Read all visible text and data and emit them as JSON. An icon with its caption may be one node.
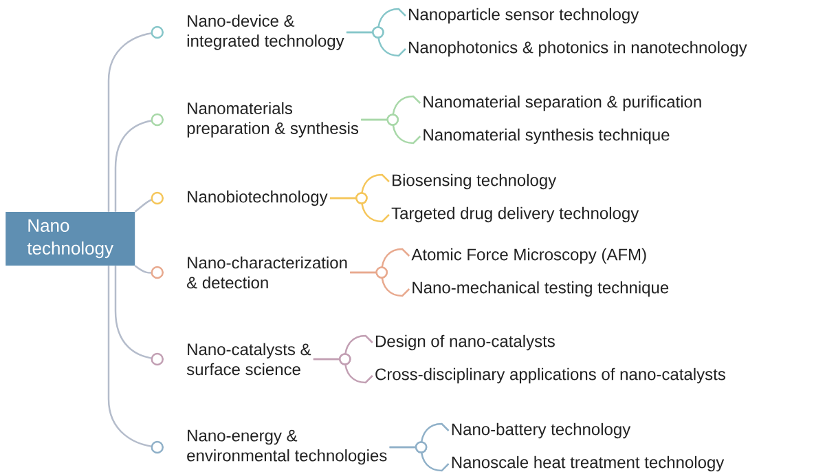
{
  "diagram": {
    "nodes": [
      {
        "text": [
          "Nano technology"
        ]
      },
      {
        "text": [
          "Nano-device & integrated technology"
        ]
      },
      {
        "text": [
          "Nanoparticle sensor technology"
        ]
      },
      {
        "text": [
          "Nanophotonics & photonics in nanotechnology"
        ]
      },
      {
        "text": [
          "Nanomaterials preparation & synthesis"
        ]
      },
      {
        "text": [
          "Nanomaterial separation & purification"
        ]
      },
      {
        "text": [
          "Nanomaterial synthesis technique"
        ]
      },
      {
        "text": [
          "Nanobiotechnology"
        ]
      },
      {
        "text": [
          "Biosensing technology"
        ]
      },
      {
        "text": [
          "Targeted drug delivery technology"
        ]
      },
      {
        "text": [
          "Nano-characterization & detection"
        ]
      },
      {
        "text": [
          "Atomic Force Microscopy (AFM)"
        ]
      },
      {
        "text": [
          "Nano-mechanical testing technique"
        ]
      },
      {
        "text": [
          "Nano-catalysts & surface science"
        ]
      },
      {
        "text": [
          "Design of nano-catalysts"
        ]
      },
      {
        "text": [
          "Cross-disciplinary applications of nano-catalysts"
        ]
      },
      {
        "text": [
          "Nano-energy & environmental technologies"
        ]
      },
      {
        "text": [
          "Nano-battery technology"
        ]
      },
      {
        "text": [
          "Nanoscale heat treatment technology"
        ]
      }
    ],
    "edges": [
      {
        "from": 0,
        "to": 1,
        "arrow": "other"
      },
      {
        "from": 0,
        "to": 4,
        "arrow": "other"
      },
      {
        "from": 0,
        "to": 7,
        "arrow": "other"
      },
      {
        "from": 0,
        "to": 10,
        "arrow": "other"
      },
      {
        "from": 0,
        "to": 13,
        "arrow": "other"
      },
      {
        "from": 0,
        "to": 16,
        "arrow": "other"
      },
      {
        "from": 1,
        "to": 2,
        "arrow": "none",
        "color": "#86c6c9"
      },
      {
        "from": 1,
        "to": 3,
        "arrow": "none",
        "color": "#86c6c9"
      },
      {
        "from": 4,
        "to": 5,
        "arrow": "none",
        "color": "#a8d8a8"
      },
      {
        "from": 4,
        "to": 6,
        "arrow": "none",
        "color": "#a8d8a8"
      },
      {
        "from": 7,
        "to": 8,
        "arrow": "none",
        "color": "#f5c65a"
      },
      {
        "from": 7,
        "to": 9,
        "arrow": "none",
        "color": "#f5c65a"
      },
      {
        "from": 10,
        "to": 11,
        "arrow": "none",
        "color": "#e8a98e"
      },
      {
        "from": 10,
        "to": 12,
        "arrow": "none",
        "color": "#e8a98e"
      },
      {
        "from": 13,
        "to": 14,
        "arrow": "none",
        "color": "#c29fb3"
      },
      {
        "from": 13,
        "to": 15,
        "arrow": "none",
        "color": "#c29fb3"
      },
      {
        "from": 16,
        "to": 17,
        "arrow": "none",
        "color": "#8fb0c8"
      },
      {
        "from": 16,
        "to": 18,
        "arrow": "none",
        "color": "#8fb0c8"
      }
    ]
  }
}
